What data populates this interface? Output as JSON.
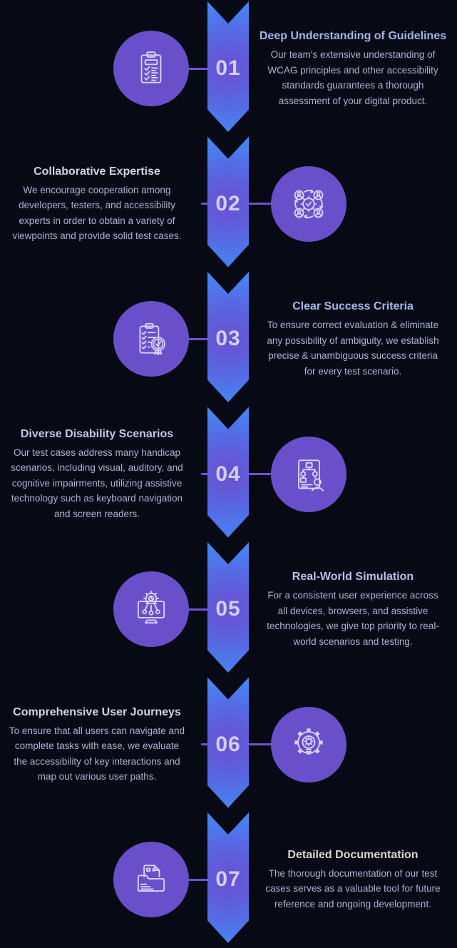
{
  "infographic": {
    "background_color": "#070a15",
    "colors": {
      "ribbon_blue": "#4a82f2",
      "ribbon_purple_glow": "#6a4ecf",
      "gap_dark": "#070a15",
      "circle_purple": "#6950ca",
      "icon_stroke": "#d9d4f8",
      "number_color": "#ccd2f4",
      "connector_purple": "#7152d0",
      "body_text": "#a9b3d2"
    },
    "steps": [
      {
        "number": "01",
        "title": "Deep Understanding of Guidelines",
        "title_color": "#a8b3e8",
        "body": "Our team's extensive understanding of\nWCAG principles and other accessibility\nstandards guarantees a thorough\nassessment of your digital product.",
        "icon": "clipboard-checklist",
        "text_side": "right"
      },
      {
        "number": "02",
        "title": "Collaborative Expertise",
        "title_color": "#d2d3de",
        "body": "We encourage cooperation among\ndevelopers, testers, and accessibility\nexperts in order to obtain a variety of\nviewpoints and provide solid test cases.",
        "icon": "team-collaboration",
        "text_side": "left"
      },
      {
        "number": "03",
        "title": "Clear Success Criteria",
        "title_color": "#a9b5ea",
        "body": "To ensure correct evaluation & eliminate\nany possibility of ambiguity, we establish\nprecise & unambiguous success criteria\nfor every test scenario.",
        "icon": "certified-checklist",
        "text_side": "right"
      },
      {
        "number": "04",
        "title": "Diverse Disability Scenarios",
        "title_color": "#c0c9ea",
        "body": "Our test cases address many handicap\nscenarios, including visual, auditory, and\ncognitive impairments, utilizing assistive\ntechnology such as keyboard navigation\nand screen readers.",
        "icon": "flowchart-person",
        "text_side": "left"
      },
      {
        "number": "05",
        "title": "Real-World Simulation",
        "title_color": "#b7c1ea",
        "body": "For a consistent user experience across\nall devices, browsers, and assistive\ntechnologies, we give top priority to real-\nworld scenarios and testing.",
        "icon": "monitor-gear",
        "text_side": "right"
      },
      {
        "number": "06",
        "title": "Comprehensive User Journeys",
        "title_color": "#d0d5e8",
        "body": "To ensure that all users can navigate and\ncomplete tasks with ease, we evaluate\nthe accessibility of key interactions and\nmap out various user paths.",
        "icon": "gear-lightbulb",
        "text_side": "left"
      },
      {
        "number": "07",
        "title": "Detailed Documentation",
        "title_color": "#ddd6cd",
        "body": "The thorough documentation of our test\ncases serves as a valuable tool for future\nreference and ongoing development.",
        "icon": "folder-documents",
        "text_side": "right"
      }
    ]
  }
}
